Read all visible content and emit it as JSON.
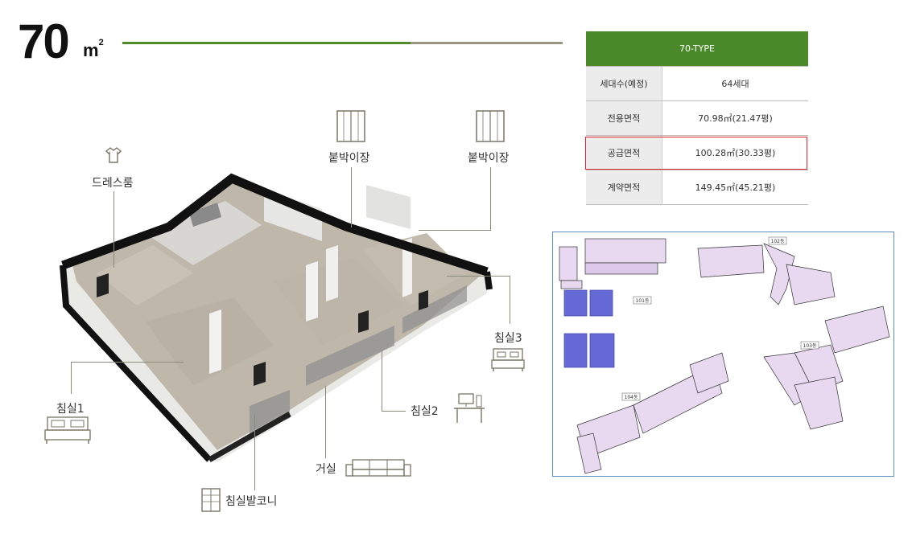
{
  "header": {
    "size_number": "70",
    "size_unit": "m",
    "size_unit_sup": "2"
  },
  "spec_table": {
    "title": "70-TYPE",
    "rows": [
      {
        "label": "세대수(예정)",
        "value": "64세대",
        "highlighted": false
      },
      {
        "label": "전용면적",
        "value": "70.98㎡(21.47평)",
        "highlighted": false
      },
      {
        "label": "공급면적",
        "value": "100.28㎡(30.33평)",
        "highlighted": true
      },
      {
        "label": "계약면적",
        "value": "149.45㎡(45.21평)",
        "highlighted": false
      }
    ]
  },
  "site_plan": {
    "buildings": [
      "101동",
      "102동",
      "103동",
      "104동"
    ],
    "highlight_color": "#4a4fd0",
    "unit_color": "#d9c4e6"
  },
  "rooms": {
    "dressroom": "드레스룸",
    "closet_a": "붙박이장",
    "closet_b": "붙박이장",
    "bedroom3": "침실3",
    "bedroom1": "침실1",
    "bedroom2": "침실2",
    "living": "거실",
    "balcony": "침실발코니"
  },
  "colors": {
    "accent_green": "#4f8a2c",
    "table_header": "#4a8a2a",
    "highlight_border": "#e0262c",
    "site_border": "#5b8ec7"
  }
}
